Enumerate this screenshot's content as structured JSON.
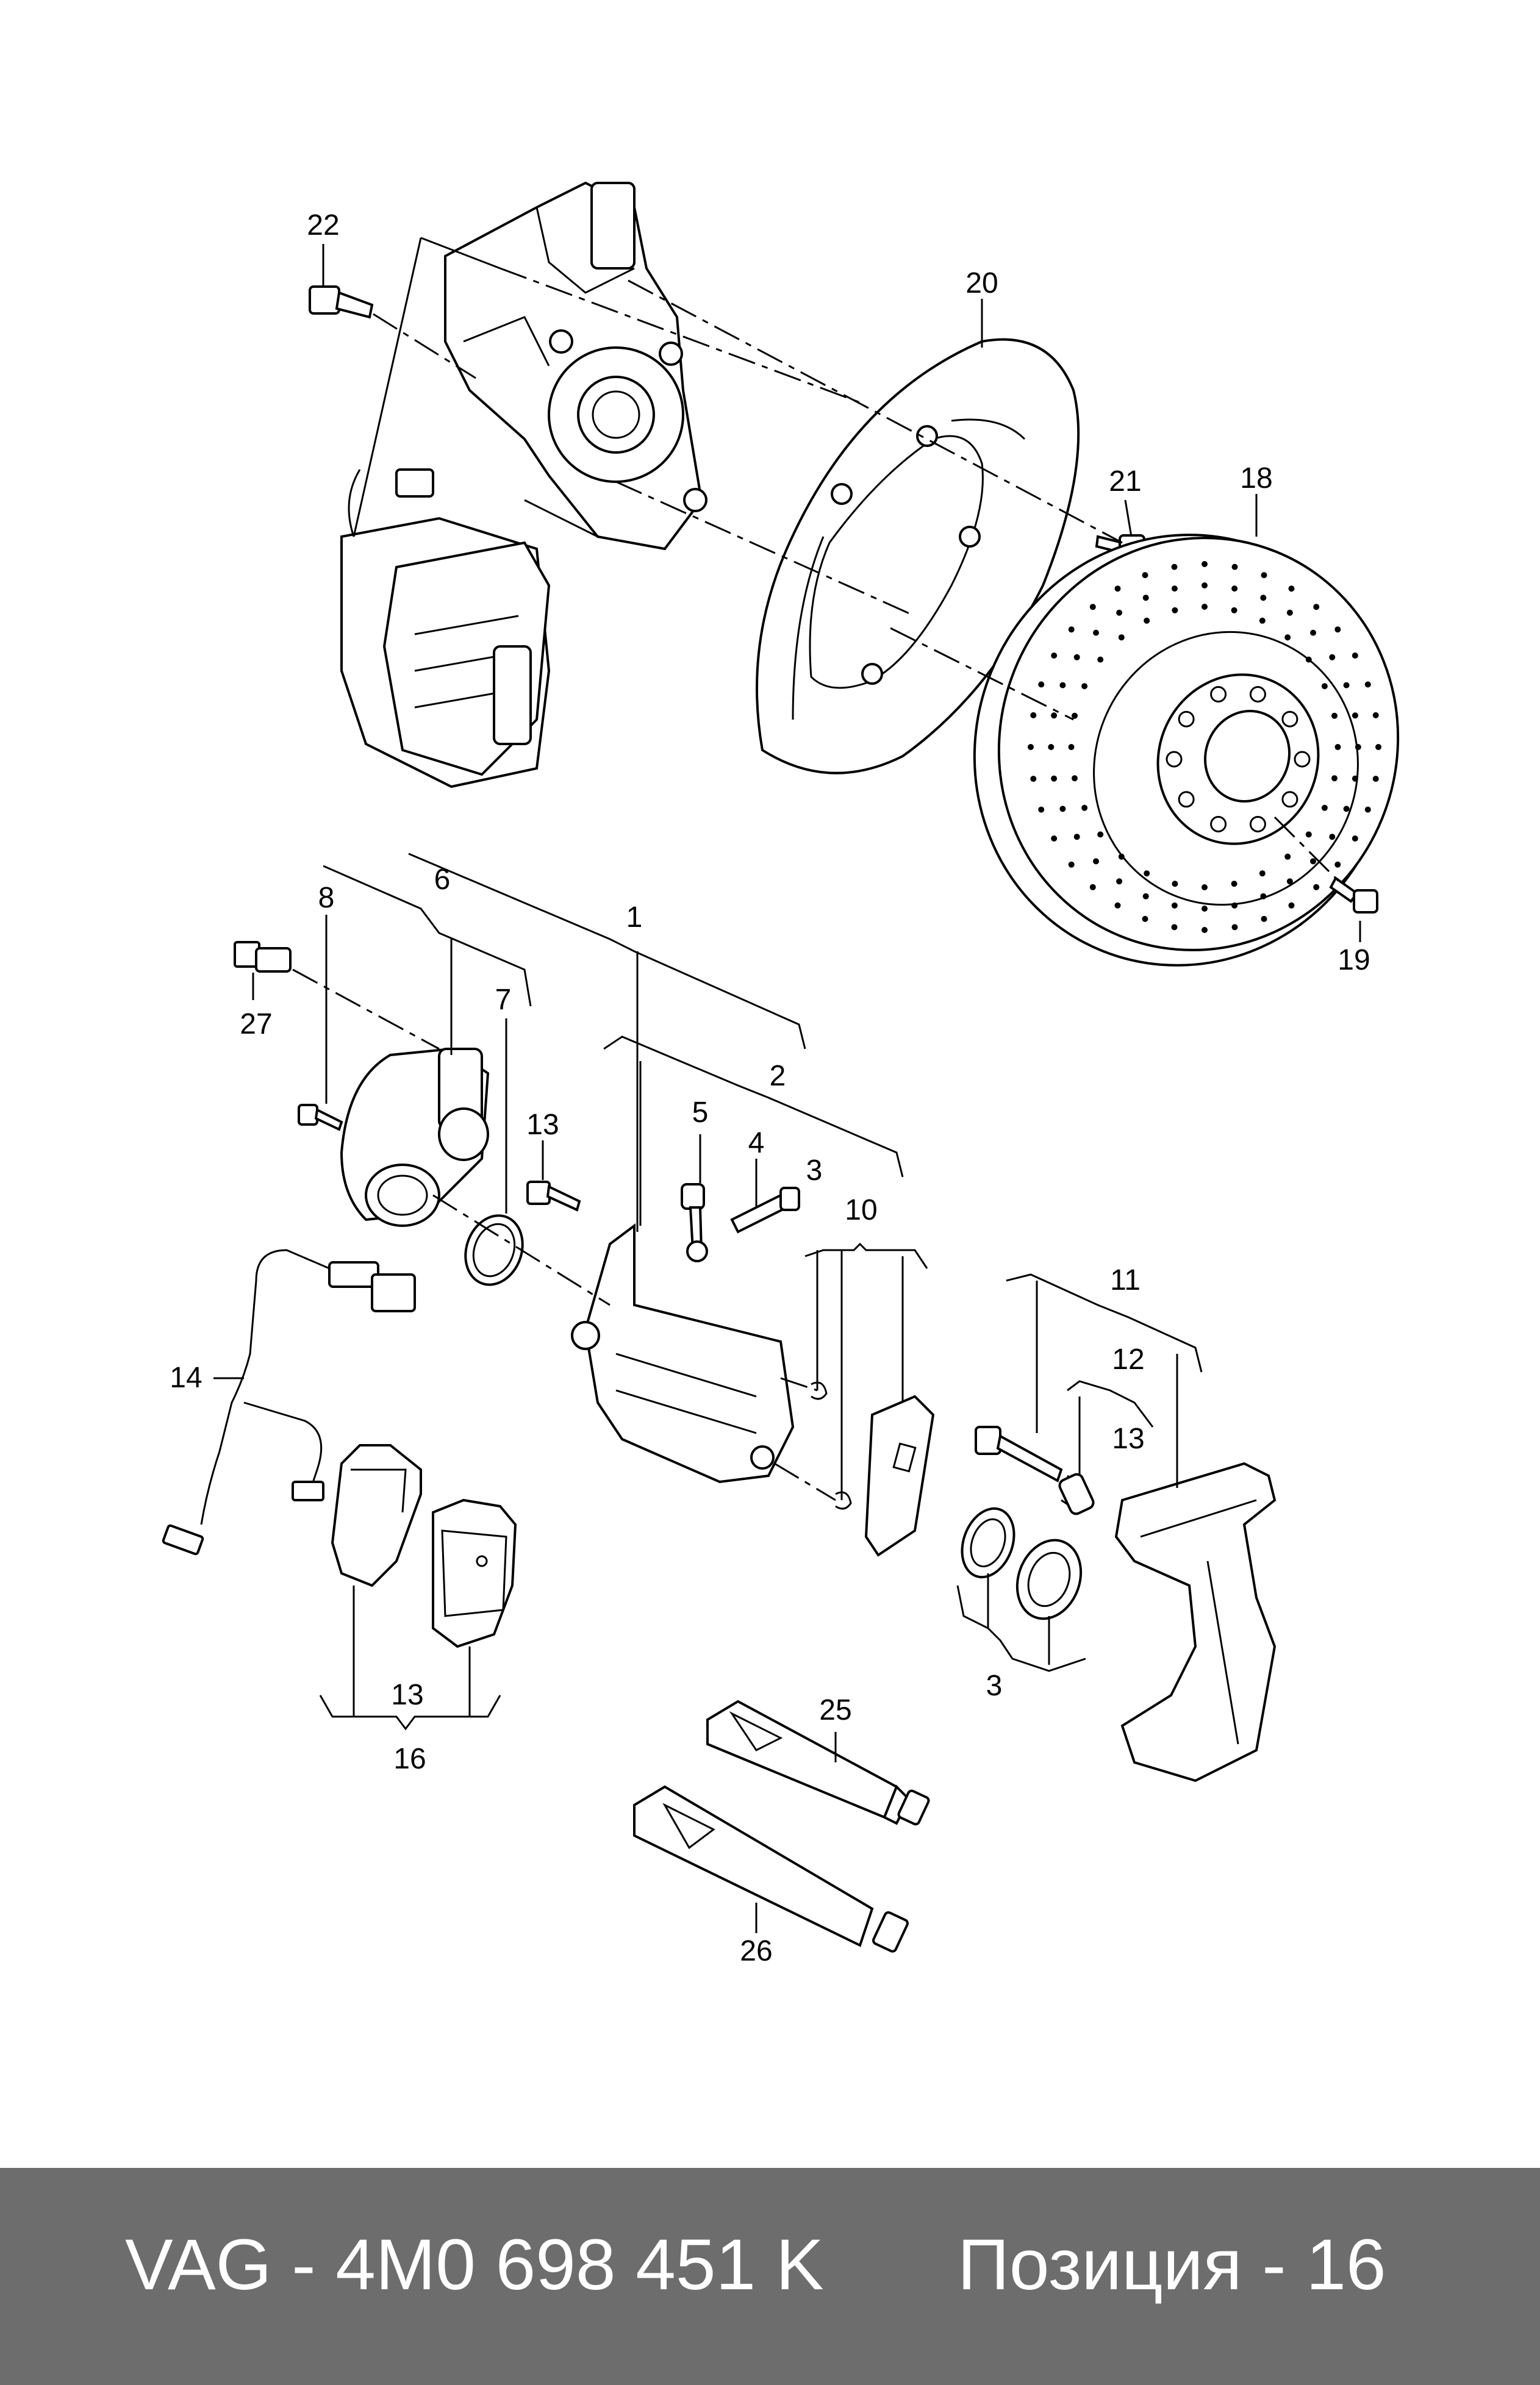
{
  "callouts": [
    "22",
    "20",
    "21",
    "18",
    "19",
    "8",
    "6",
    "1",
    "7",
    "27",
    "13",
    "5",
    "4",
    "3",
    "2",
    "10",
    "11",
    "12",
    "13",
    "14",
    "13",
    "16",
    "3",
    "25",
    "26"
  ],
  "footer": {
    "part_number": "VAG - 4M0 698 451 K",
    "position": "Позиция - 16"
  }
}
